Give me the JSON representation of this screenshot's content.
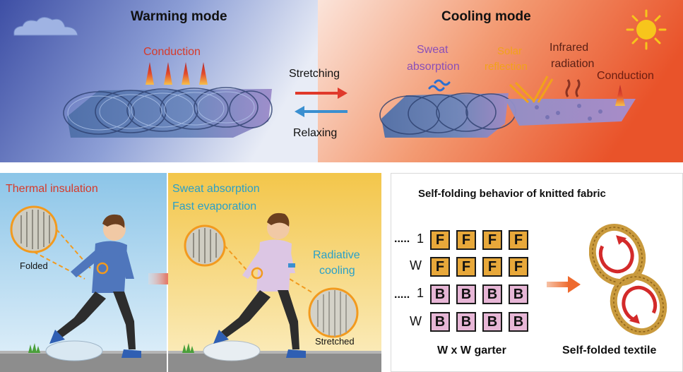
{
  "top": {
    "warming_title": "Warming mode",
    "cooling_title": "Cooling mode",
    "conduction_left": "Conduction",
    "stretching": "Stretching",
    "relaxing": "Relaxing",
    "sweat_absorption": [
      "Sweat",
      "absorption"
    ],
    "solar_reflection": [
      "Solar",
      "reflection"
    ],
    "infrared_radiation": [
      "Infrared",
      "radiation"
    ],
    "conduction_right": "Conduction"
  },
  "bottom_left": {
    "thermal_insulation": "Thermal insulation",
    "folded": "Folded",
    "sweat_absorption": "Sweat absorption",
    "fast_evaporation": "Fast evaporation",
    "radiative_cooling": [
      "Radiative",
      "cooling"
    ],
    "stretched": "Stretched"
  },
  "bottom_right": {
    "title": "Self-folding behavior of knitted fabric",
    "row_labels": [
      "1",
      "W",
      "1",
      "W"
    ],
    "dots": ".....",
    "rows": [
      [
        "F",
        "F",
        "F",
        "F"
      ],
      [
        "F",
        "F",
        "F",
        "F"
      ],
      [
        "B",
        "B",
        "B",
        "B"
      ],
      [
        "B",
        "B",
        "B",
        "B"
      ]
    ],
    "garter_label": "W x W garter",
    "textile_label": "Self-folded textile"
  },
  "colors": {
    "warm_red": "#d63a2a",
    "cool_blue": "#3a8fd0",
    "sweat_purple": "#8a4fb8",
    "solar_orange": "#f2a21a",
    "cyan_text": "#2aa0c8",
    "front_cell": "#e8a83a",
    "back_cell": "#e7b6d6"
  }
}
